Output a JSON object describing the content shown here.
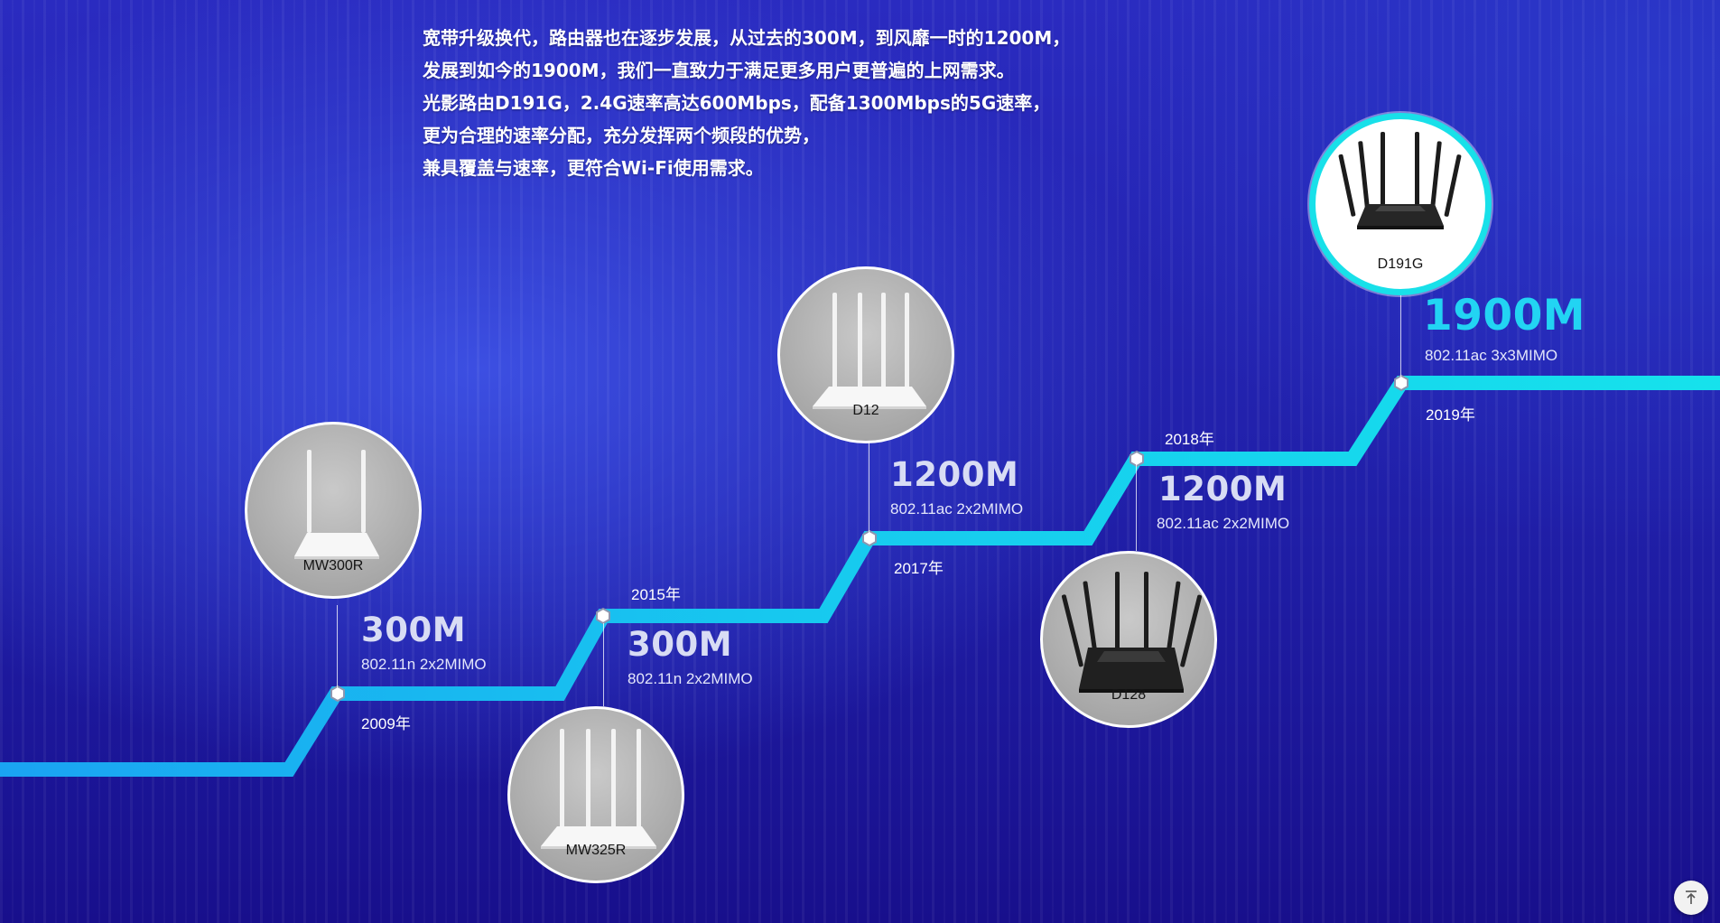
{
  "intro": {
    "lines": [
      "宽带升级换代，路由器也在逐步发展，从过去的300M，到风靡一时的1200M，",
      "发展到如今的1900M，我们一直致力于满足更多用户更普遍的上网需求。",
      "光影路由D191G，2.4G速率高达600Mbps，配备1300Mbps的5G速率，",
      "更为合理的速率分配，充分发挥两个频段的优势，",
      "兼具覆盖与速率，更符合Wi-Fi使用需求。"
    ]
  },
  "timeline": [
    {
      "model": "MW300R",
      "speed": "300M",
      "spec": "802.11n  2x2MIMO",
      "year": "2009年"
    },
    {
      "model": "MW325R",
      "speed": "300M",
      "spec": "802.11n  2x2MIMO",
      "year": "2015年"
    },
    {
      "model": "D12",
      "speed": "1200M",
      "spec": "802.11ac  2x2MIMO",
      "year": "2017年"
    },
    {
      "model": "D128",
      "speed": "1200M",
      "spec": "802.11ac  2x2MIMO",
      "year": "2018年"
    },
    {
      "model": "D191G",
      "speed": "1900M",
      "spec": "802.11ac  3x3MIMO",
      "year": "2019年"
    }
  ],
  "colors": {
    "track_start": "#1aa3f2",
    "track_end": "#16e2ec",
    "highlight": "#22d4f3"
  },
  "icons": {
    "back_to_top": "arrow-up-to-line-icon"
  }
}
